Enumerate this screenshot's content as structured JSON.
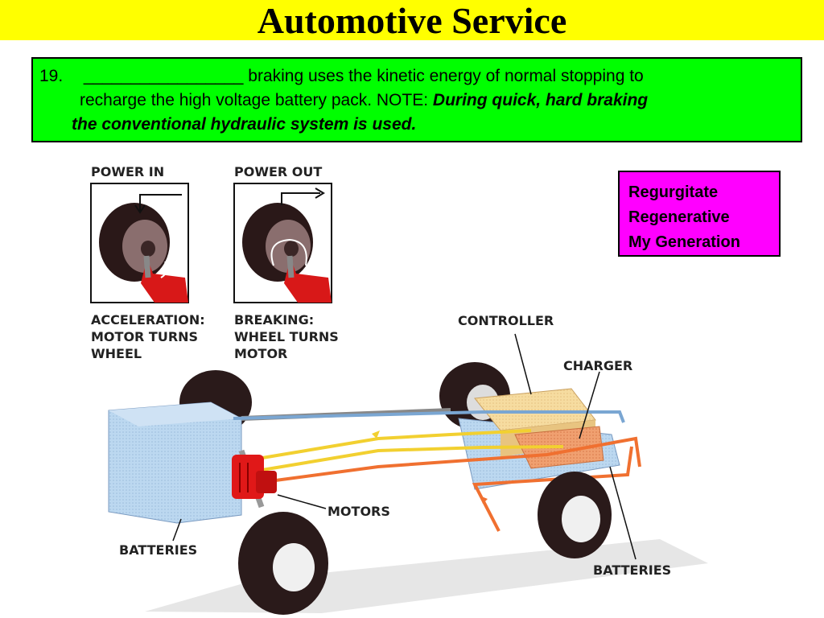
{
  "title": "Automotive Service",
  "question": {
    "number": "19.",
    "blank": "_________________",
    "text_line1": "braking uses the kinetic energy of normal stopping to",
    "text_line2": "recharge the high voltage battery pack.  NOTE:",
    "note_line2": "During quick, hard braking",
    "note_line3": "the conventional hydraulic system is used."
  },
  "answer_options": [
    "Regurgitate",
    "Regenerative",
    "My Generation"
  ],
  "diagram": {
    "power_in_label": "POWER IN",
    "power_out_label": "POWER OUT",
    "accel_caption": [
      "ACCELERATION:",
      "MOTOR TURNS",
      "WHEEL"
    ],
    "brake_caption": [
      "BREAKING:",
      "WHEEL TURNS",
      "MOTOR"
    ],
    "controller_label": "CONTROLLER",
    "charger_label": "CHARGER",
    "motors_label": "MOTORS",
    "batteries_left_label": "BATTERIES",
    "batteries_right_label": "BATTERIES"
  },
  "colors": {
    "title_bg": "#ffff00",
    "question_bg": "#00ff00",
    "answer_bg": "#ff00ff",
    "battery_blue": "#b8d4ec",
    "motor_red": "#e01818",
    "wire_yellow": "#f2d030",
    "wire_orange": "#f07030",
    "wire_blue": "#7aa6d2"
  }
}
